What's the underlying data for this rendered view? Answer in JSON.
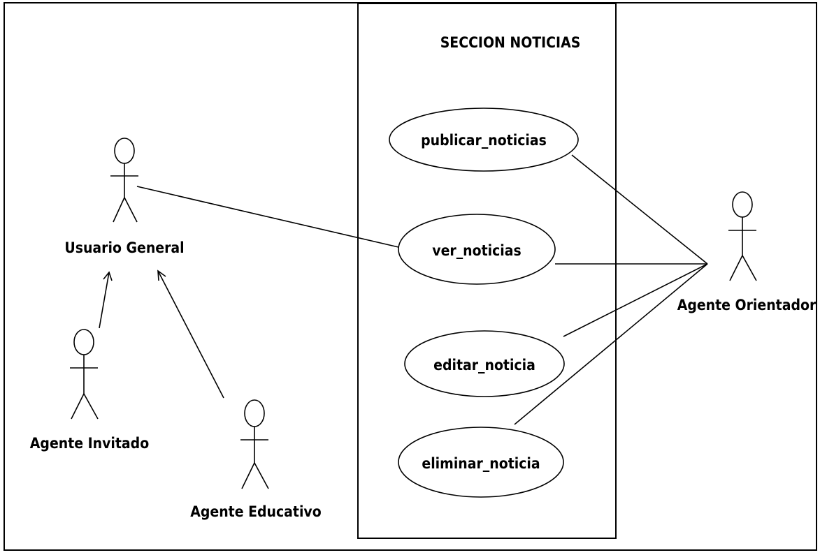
{
  "system": {
    "title": "SECCION NOTICIAS"
  },
  "actors": {
    "usuario_general": "Usuario General",
    "agente_invitado": "Agente Invitado",
    "agente_educativo": "Agente Educativo",
    "agente_orientador": "Agente Orientador"
  },
  "use_cases": {
    "publicar": "publicar_noticias",
    "ver": "ver_noticias",
    "editar": "editar_noticia",
    "eliminar": "eliminar_noticia"
  }
}
